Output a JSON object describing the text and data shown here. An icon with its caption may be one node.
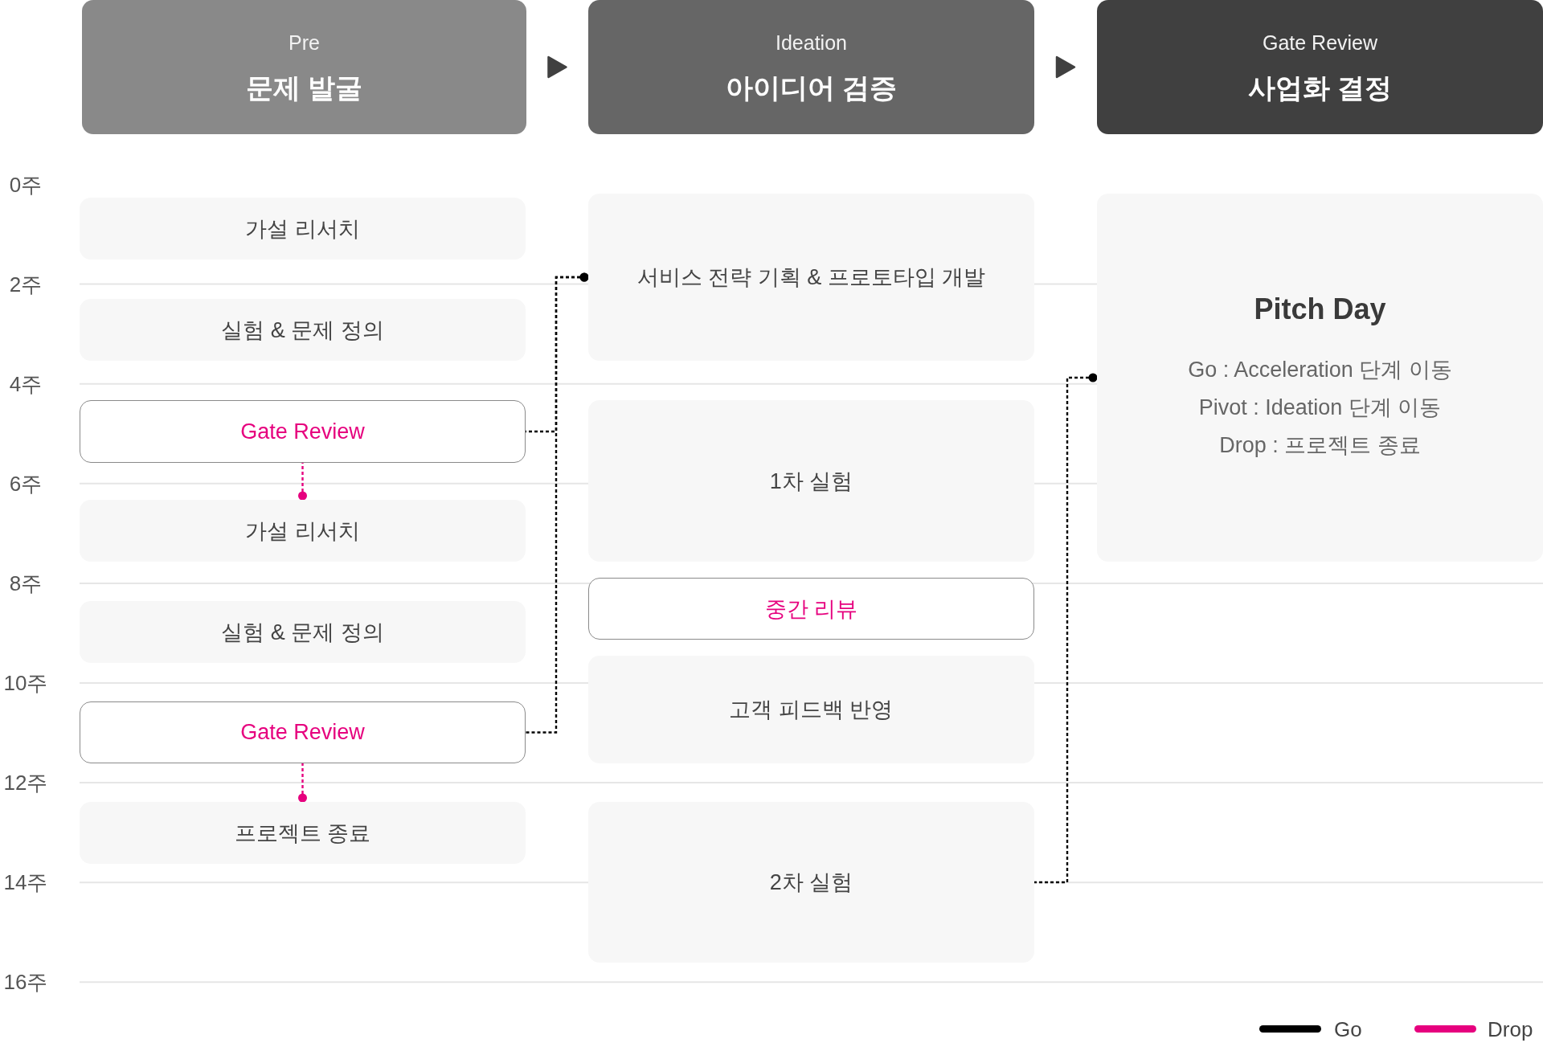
{
  "diagram": {
    "nodes": [
      {
        "text": [
          "Pre",
          "문제 발굴"
        ]
      },
      {
        "text": [
          "Ideation",
          "아이디어 검증"
        ]
      },
      {
        "text": [
          "Gate Review",
          "사업화 결정"
        ]
      },
      {
        "text": [
          "가설 리서치"
        ]
      },
      {
        "text": [
          "실험 & 문제 정의"
        ]
      },
      {
        "text": [
          "Gate Review"
        ]
      },
      {
        "text": [
          "가설 리서치"
        ]
      },
      {
        "text": [
          "실험 & 문제 정의"
        ]
      },
      {
        "text": [
          "Gate Review"
        ]
      },
      {
        "text": [
          "프로젝트 종료"
        ]
      },
      {
        "text": [
          "서비스 전략 기획 & 프로토타입 개발"
        ]
      },
      {
        "text": [
          "1차 실험"
        ]
      },
      {
        "text": [
          "중간 리뷰"
        ]
      },
      {
        "text": [
          "고객 피드백 반영"
        ]
      },
      {
        "text": [
          "2차 실험"
        ]
      },
      {
        "text": [
          "Pitch Day",
          "Go : Acceleration 단계 이동",
          "Pivot : Ideation 단계 이동",
          "Drop : 프로젝트 종료"
        ]
      }
    ],
    "edges": [
      {
        "from": 0,
        "to": 1,
        "arrow": "to",
        "color": "#404040"
      },
      {
        "from": 1,
        "to": 2,
        "arrow": "to",
        "color": "#404040"
      },
      {
        "from": 5,
        "to": 10,
        "arrow": "other",
        "style": "dashed"
      },
      {
        "from": 8,
        "to": 10,
        "arrow": "other",
        "style": "dashed"
      },
      {
        "from": 14,
        "to": 15,
        "arrow": "other",
        "style": "dashed"
      },
      {
        "from": 5,
        "to": 6,
        "arrow": "other",
        "style": "dashed",
        "color": "#e6007e"
      },
      {
        "from": 8,
        "to": 9,
        "arrow": "other",
        "style": "dashed",
        "color": "#e6007e"
      }
    ],
    "labels": [
      "0주",
      "2주",
      "4주",
      "6주",
      "8주",
      "10주",
      "12주",
      "14주",
      "16주"
    ],
    "legend": [
      {
        "text": "Go",
        "color": "#000000"
      },
      {
        "text": "Drop",
        "color": "#e6007e"
      }
    ]
  }
}
